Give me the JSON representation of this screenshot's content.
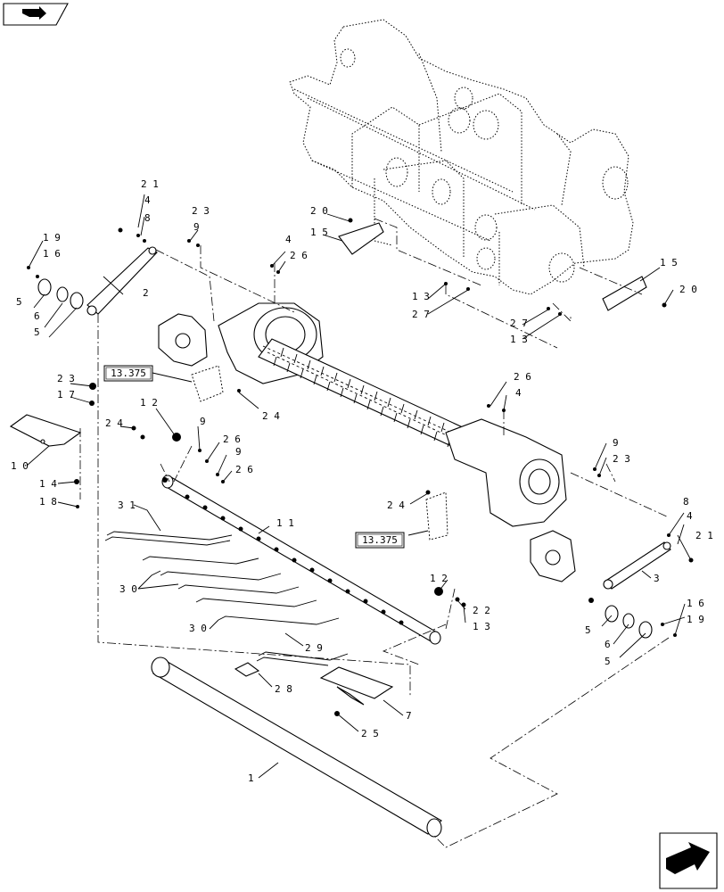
{
  "nav": {
    "prev_icon": "book-arrow-icon",
    "next_icon": "next-page-arrow-icon"
  },
  "refs": {
    "ref_a": "13.375",
    "ref_b": "13.375"
  },
  "callouts": [
    {
      "id": "c21a",
      "text": "2 1"
    },
    {
      "id": "c4a",
      "text": "4"
    },
    {
      "id": "c8a",
      "text": "8"
    },
    {
      "id": "c23a",
      "text": "2 3"
    },
    {
      "id": "c9a",
      "text": "9"
    },
    {
      "id": "c19a",
      "text": "1 9"
    },
    {
      "id": "c16a",
      "text": "1 6"
    },
    {
      "id": "c5a",
      "text": "5"
    },
    {
      "id": "c6a",
      "text": "6"
    },
    {
      "id": "c5b",
      "text": "5"
    },
    {
      "id": "c2",
      "text": "2"
    },
    {
      "id": "c4b",
      "text": "4"
    },
    {
      "id": "c26a",
      "text": "2 6"
    },
    {
      "id": "c20a",
      "text": "2 0"
    },
    {
      "id": "c15a",
      "text": "1 5"
    },
    {
      "id": "c13a",
      "text": "1 3"
    },
    {
      "id": "c27a",
      "text": "2 7"
    },
    {
      "id": "c15b",
      "text": "1 5"
    },
    {
      "id": "c20b",
      "text": "2 0"
    },
    {
      "id": "c27b",
      "text": "2 7"
    },
    {
      "id": "c13b",
      "text": "1 3"
    },
    {
      "id": "c23b",
      "text": "2 3"
    },
    {
      "id": "c17",
      "text": "1 7"
    },
    {
      "id": "c24a",
      "text": "2 4"
    },
    {
      "id": "c12a",
      "text": "1 2"
    },
    {
      "id": "c26b",
      "text": "2 6"
    },
    {
      "id": "c4c",
      "text": "4"
    },
    {
      "id": "c24b",
      "text": "2 4"
    },
    {
      "id": "c9b",
      "text": "9"
    },
    {
      "id": "c26c",
      "text": "2 6"
    },
    {
      "id": "c9c",
      "text": "9"
    },
    {
      "id": "c26d",
      "text": "2 6"
    },
    {
      "id": "c10",
      "text": "1 0"
    },
    {
      "id": "c14",
      "text": "1 4"
    },
    {
      "id": "c18",
      "text": "1 8"
    },
    {
      "id": "c31",
      "text": "3 1"
    },
    {
      "id": "c11",
      "text": "1 1"
    },
    {
      "id": "c9d",
      "text": "9"
    },
    {
      "id": "c23c",
      "text": "2 3"
    },
    {
      "id": "c24c",
      "text": "2 4"
    },
    {
      "id": "c30a",
      "text": "3 0"
    },
    {
      "id": "c30b",
      "text": "3 0"
    },
    {
      "id": "c8b",
      "text": "8"
    },
    {
      "id": "c4d",
      "text": "4"
    },
    {
      "id": "c21b",
      "text": "2 1"
    },
    {
      "id": "c3",
      "text": "3"
    },
    {
      "id": "c12b",
      "text": "1 2"
    },
    {
      "id": "c22",
      "text": "2 2"
    },
    {
      "id": "c13c",
      "text": "1 3"
    },
    {
      "id": "c16b",
      "text": "1 6"
    },
    {
      "id": "c19b",
      "text": "1 9"
    },
    {
      "id": "c5c",
      "text": "5"
    },
    {
      "id": "c6b",
      "text": "6"
    },
    {
      "id": "c5d",
      "text": "5"
    },
    {
      "id": "c29",
      "text": "2 9"
    },
    {
      "id": "c28",
      "text": "2 8"
    },
    {
      "id": "c7",
      "text": "7"
    },
    {
      "id": "c25",
      "text": "2 5"
    },
    {
      "id": "c1",
      "text": "1"
    }
  ]
}
